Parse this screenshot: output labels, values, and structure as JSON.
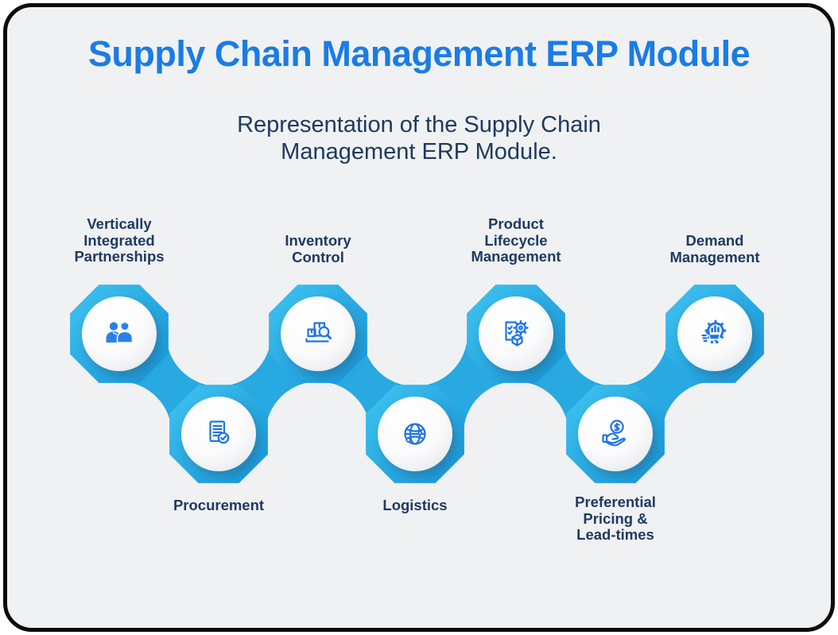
{
  "page": {
    "title": "Supply Chain Management ERP Module",
    "subtitle_line1": "Representation of the Supply Chain",
    "subtitle_line2": "Management ERP Module."
  },
  "colors": {
    "title_blue": "#1a7ce5",
    "label_navy": "#1e3a63",
    "chain_blue": "#28a9e2",
    "chain_shade_blue": "#0d90d4",
    "icon_blue": "#1e74e6",
    "card_background": "#f0f1f2",
    "border": "#0c0c0d"
  },
  "nodes": [
    {
      "icon": "partnership-icon",
      "lines": [
        "Vertically",
        "Integrated",
        "Partnerships"
      ]
    },
    {
      "icon": "document-check-icon",
      "lines": [
        "Procurement"
      ]
    },
    {
      "icon": "inventory-search-icon",
      "lines": [
        "Inventory",
        "Control"
      ]
    },
    {
      "icon": "globe-icon",
      "lines": [
        "Logistics"
      ]
    },
    {
      "icon": "lifecycle-gear-cube-icon",
      "lines": [
        "Product",
        "Lifecycle",
        "Management"
      ]
    },
    {
      "icon": "hand-dollar-icon",
      "lines": [
        "Preferential",
        "Pricing &",
        "Lead-times"
      ]
    },
    {
      "icon": "demand-gear-cart-icon",
      "lines": [
        "Demand",
        "Management"
      ]
    }
  ]
}
